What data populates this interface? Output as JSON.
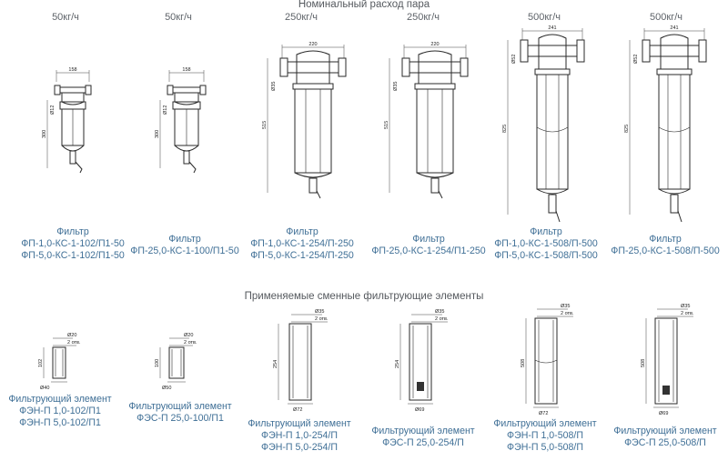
{
  "headings": {
    "flow_title": "Номинальный расход пара",
    "elements_title": "Применяемые сменные фильтрующие элементы"
  },
  "flow_labels": [
    "50кг/ч",
    "50кг/ч",
    "250кг/ч",
    "250кг/ч",
    "500кг/ч",
    "500кг/ч"
  ],
  "filters": [
    {
      "title": "Фильтр",
      "lines": [
        "ФП-1,0-КС-1-102/П1-50",
        "ФП-5,0-КС-1-102/П1-50"
      ],
      "dims": {
        "width": "158",
        "height": "300",
        "dn": "Ø12"
      }
    },
    {
      "title": "Фильтр",
      "lines": [
        "ФП-25,0-КС-1-100/П1-50"
      ],
      "dims": {
        "width": "158",
        "height": "300",
        "dn": "Ø12"
      }
    },
    {
      "title": "Фильтр",
      "lines": [
        "ФП-1,0-КС-1-254/П-250",
        "ФП-5,0-КС-1-254/П-250"
      ],
      "dims": {
        "width": "220",
        "height": "515",
        "dn": "Ø35"
      }
    },
    {
      "title": "Фильтр",
      "lines": [
        "ФП-25,0-КС-1-254/П1-250"
      ],
      "dims": {
        "width": "220",
        "height": "515",
        "dn": "Ø35"
      }
    },
    {
      "title": "Фильтр",
      "lines": [
        "ФП-1,0-КС-1-508/П-500",
        "ФП-5,0-КС-1-508/П-500"
      ],
      "dims": {
        "width": "241",
        "height": "825",
        "dn": "Ø52"
      }
    },
    {
      "title": "Фильтр",
      "lines": [
        "ФП-25,0-КС-1-508/П-500"
      ],
      "dims": {
        "width": "241",
        "height": "825",
        "dn": "Ø52"
      }
    }
  ],
  "elements": [
    {
      "title": "Фильтрующий элемент",
      "lines": [
        "ФЭН-П 1,0-102/П1",
        "ФЭН-П 5,0-102/П1"
      ],
      "dims": {
        "top": "Ø20",
        "holes": "2 отв.",
        "length": "102",
        "bottom": "Ø40"
      }
    },
    {
      "title": "Фильтрующий элемент",
      "lines": [
        "ФЭС-П 25,0-100/П1"
      ],
      "dims": {
        "top": "Ø20",
        "holes": "2 отв.",
        "length": "100",
        "bottom": "Ø50"
      }
    },
    {
      "title": "Фильтрующий элемент",
      "lines": [
        "ФЭН-П 1,0-254/П",
        "ФЭН-П 5,0-254/П"
      ],
      "dims": {
        "top": "Ø35",
        "holes": "2 отв.",
        "length": "254",
        "bottom": "Ø72"
      }
    },
    {
      "title": "Фильтрующий элемент",
      "lines": [
        "ФЭС-П 25,0-254/П"
      ],
      "dims": {
        "top": "Ø35",
        "holes": "2 отв.",
        "length": "254",
        "bottom": "Ø69"
      }
    },
    {
      "title": "Фильтрующий элемент",
      "lines": [
        "ФЭН-П 1,0-508/П",
        "ФЭН-П 5,0-508/П"
      ],
      "dims": {
        "top": "Ø35",
        "holes": "2 отв.",
        "length": "508",
        "bottom": "Ø72"
      }
    },
    {
      "title": "Фильтрующий элемент",
      "lines": [
        "ФЭС-П 25,0-508/П"
      ],
      "dims": {
        "top": "Ø35",
        "holes": "2 отв.",
        "length": "508",
        "bottom": "Ø69"
      }
    }
  ]
}
